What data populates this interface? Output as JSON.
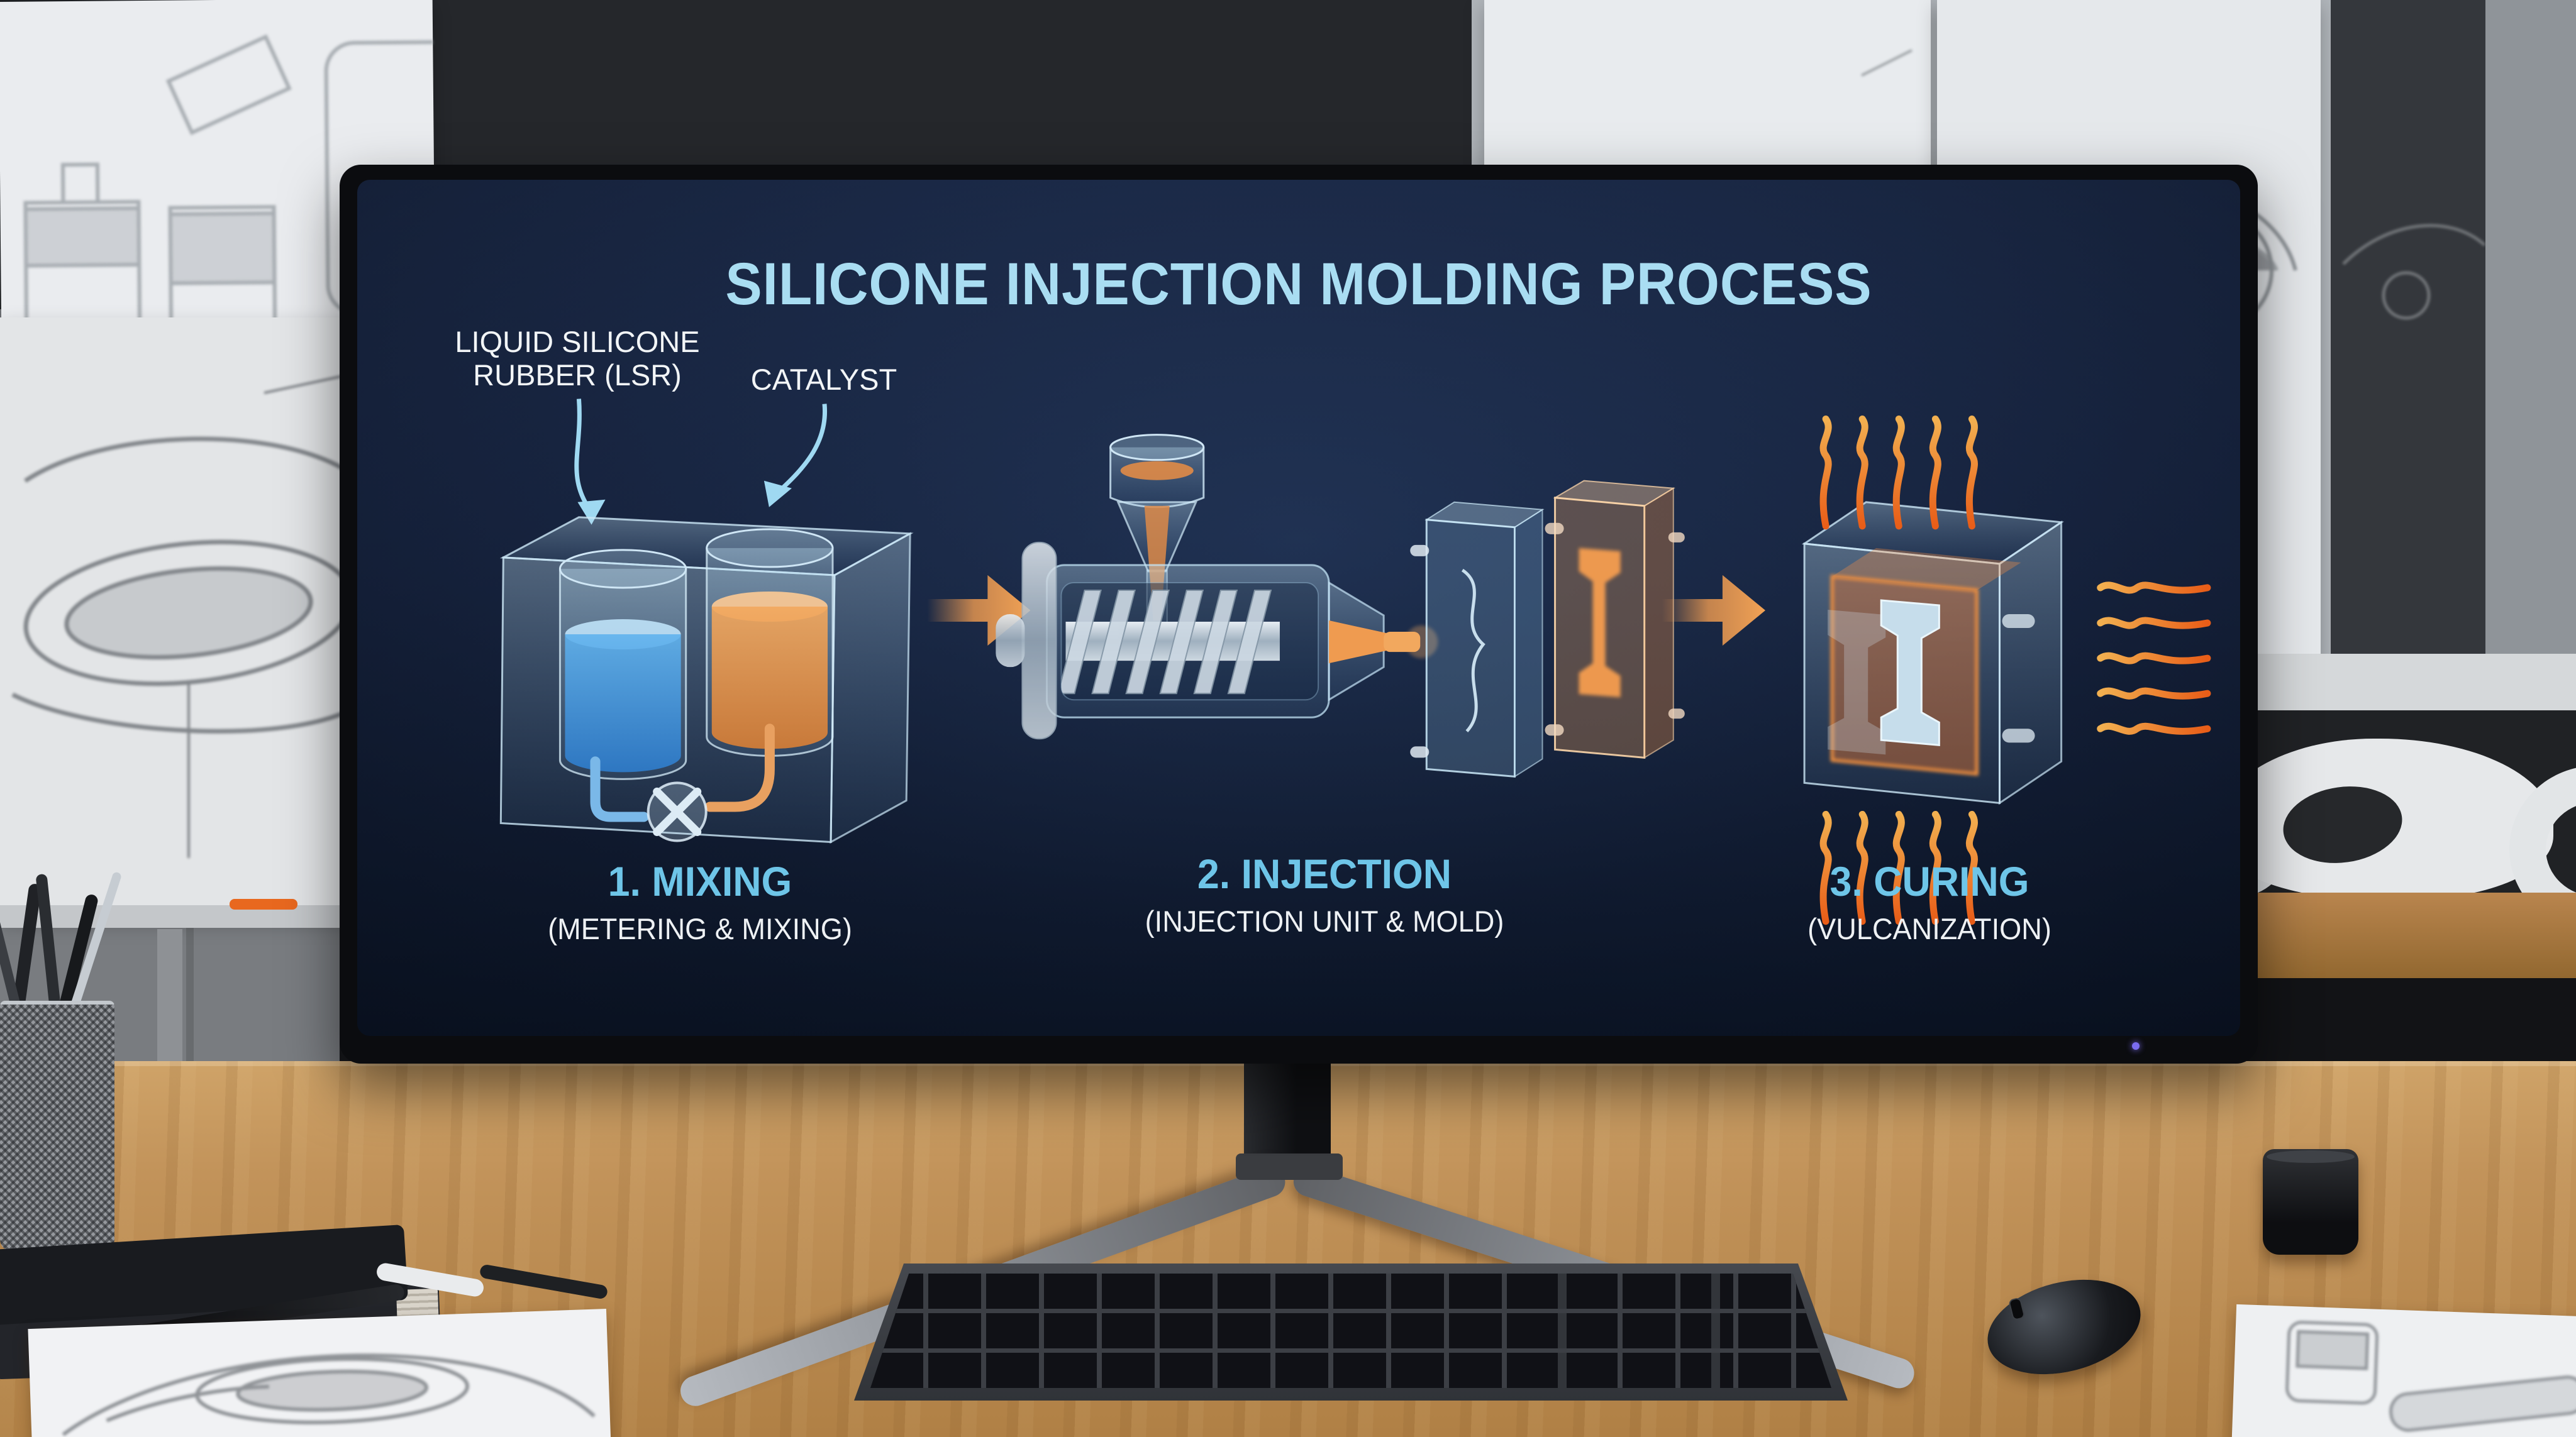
{
  "scene": {
    "name": "Design studio desk with curved monitor",
    "monitor": {
      "power_led_color": "#7a6cf0"
    },
    "colors": {
      "desk_wood": "#c2935a",
      "wall_dark": "#25272b",
      "wall_gray": "#797c80",
      "poster_white": "#e8ebee"
    }
  },
  "screen": {
    "title": "SILICONE INJECTION MOLDING PROCESS",
    "labels": {
      "lsr_line1": "LIQUID SILICONE",
      "lsr_line2": "RUBBER (LSR)",
      "catalyst": "CATALYST"
    },
    "steps": [
      {
        "name": "1. MIXING",
        "subtitle": "(METERING & MIXING)"
      },
      {
        "name": "2. INJECTION",
        "subtitle": "(INJECTION UNIT & MOLD)"
      },
      {
        "name": "3. CURING",
        "subtitle": "(VULCANIZATION)"
      }
    ],
    "colors": {
      "background_top": "#1b2946",
      "background_bottom": "#0c1526",
      "title_text": "#a9ddf2",
      "step_heading": "#6ec5e8",
      "body_text": "#f2f5f7",
      "flow_arrow": "#ef9b50",
      "heat_wave": "#f07a28",
      "glass_blue": "#9fd2ec",
      "liquid_blue": "#3f9be0",
      "liquid_orange": "#e8944a"
    },
    "icons": [
      "flow-arrow-icon",
      "heat-wave-icon",
      "label-arrow-icon"
    ]
  }
}
